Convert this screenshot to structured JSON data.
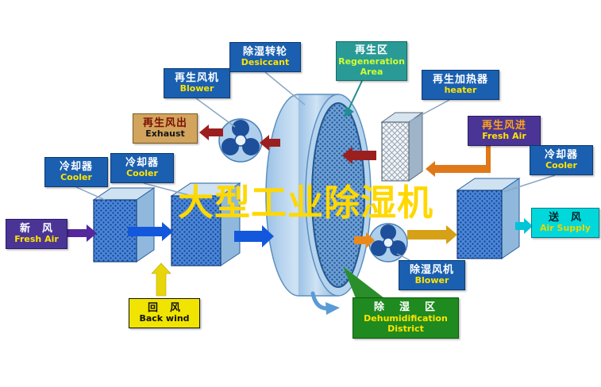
{
  "title": {
    "text": "大型工业除湿机"
  },
  "labels": {
    "regen_blower": {
      "zh": "再生风机",
      "en": "Blower"
    },
    "desiccant": {
      "zh": "除湿转轮",
      "en": "Desiccant"
    },
    "regen_area": {
      "zh": "再生区",
      "en": "Regeneration Area"
    },
    "regen_heater": {
      "zh": "再生加热器",
      "en": "heater"
    },
    "regen_exhaust": {
      "zh": "再生风出",
      "en": "Exhaust"
    },
    "cooler_left": {
      "zh": "冷却器",
      "en": "Cooler"
    },
    "cooler_mid": {
      "zh": "冷却器",
      "en": "Cooler"
    },
    "fresh_air": {
      "zh": "新　风",
      "en": "Fresh Air"
    },
    "back_wind": {
      "zh": "回　风",
      "en": "Back wind"
    },
    "regen_fresh_air": {
      "zh": "再生风进",
      "en": "Fresh Air"
    },
    "cooler_right": {
      "zh": "冷却器",
      "en": "Cooler"
    },
    "air_supply": {
      "zh": "送　风",
      "en": "Air Supply"
    },
    "dehumid_blower": {
      "zh": "除湿风机",
      "en": "Blower"
    },
    "dehumid_area": {
      "zh": "除　湿　区",
      "en": "Dehumidification District"
    }
  },
  "colors": {
    "label_blue": "#1a5fb0",
    "label_teal": "#2a9a96",
    "label_purple": "#4a3596",
    "label_yellow": "#f0e400",
    "label_cyan": "#00d8dc",
    "label_green": "#1f8a1f",
    "label_tan": "#d2a45e",
    "english_text_yellow": "#ffe400",
    "title_yellow": "#ffd800",
    "arrow_dark_red": "#9c1f1f",
    "arrow_orange": "#e07818",
    "arrow_gold": "#d6a017",
    "arrow_blue": "#1358dc",
    "arrow_purple": "#55289b",
    "arrow_yellow": "#e8d60a",
    "arrow_cyan": "#00c4d8",
    "rotor_blue": "#9cc2e6"
  }
}
